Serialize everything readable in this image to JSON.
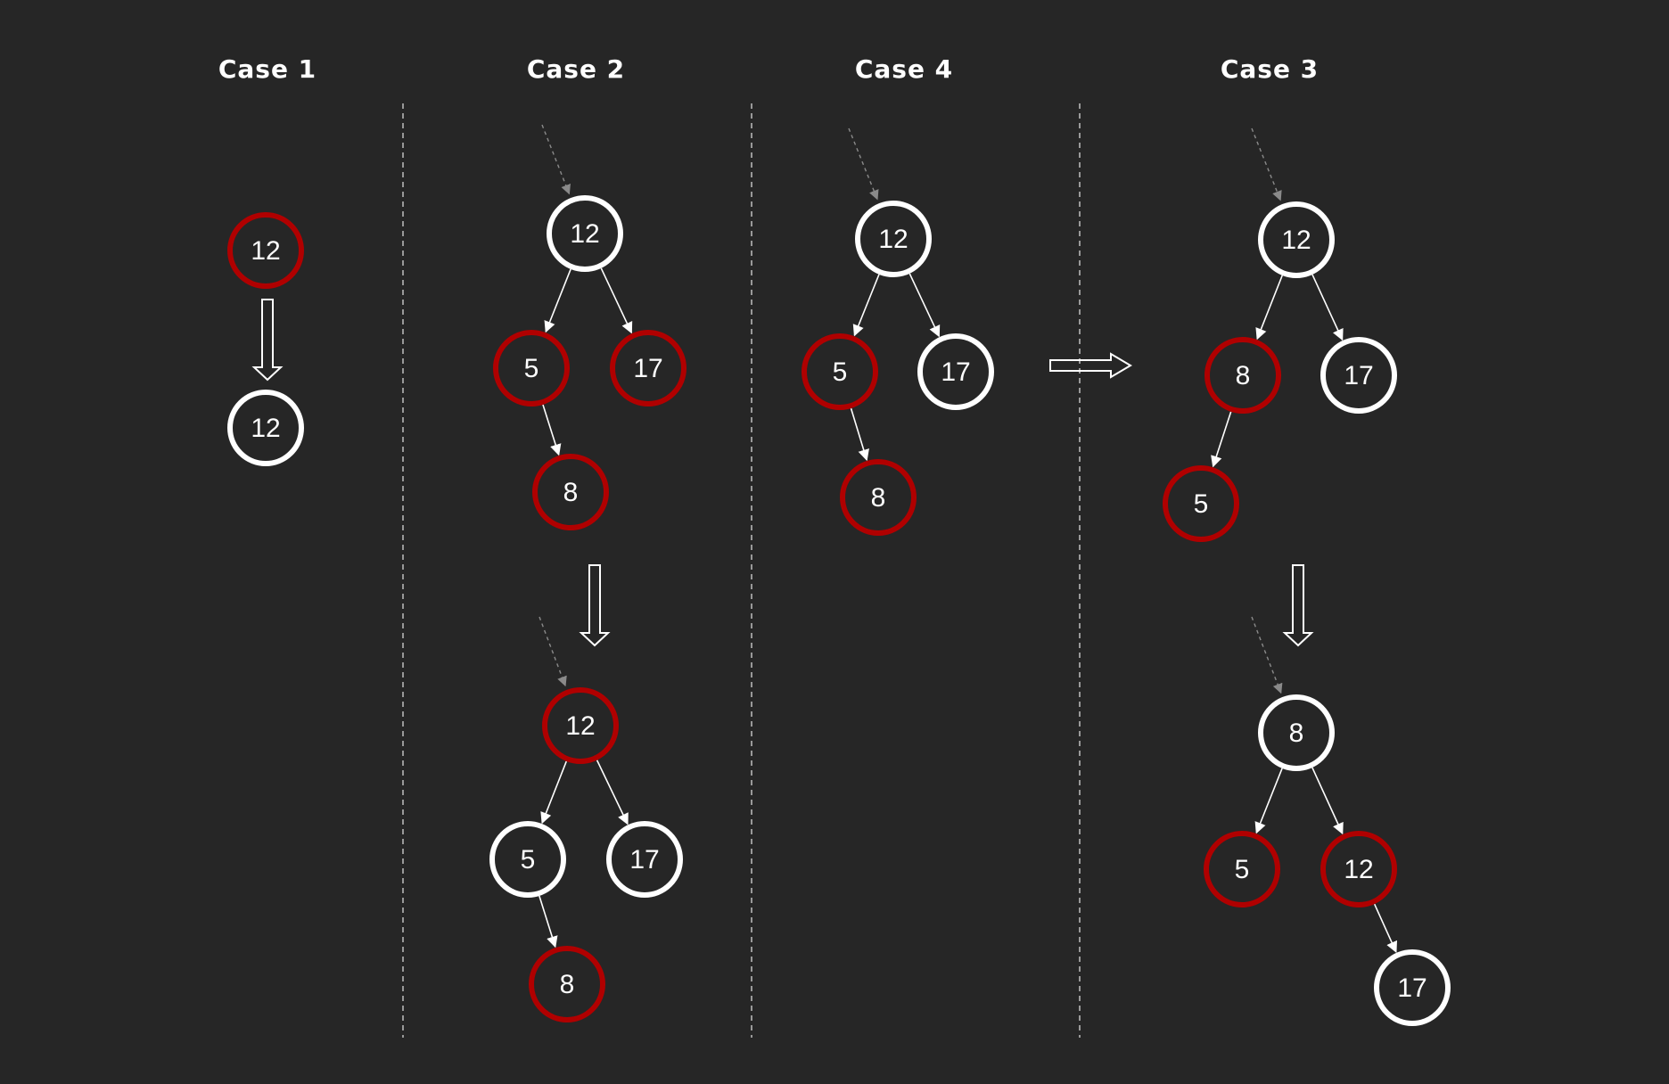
{
  "colors": {
    "background": "#262626",
    "red_node": "#b00000",
    "black_node": "#ffffff",
    "edge": "#ffffff",
    "dashed_edge": "#8a8a8a",
    "divider": "#bfbfbf",
    "text": "#ffffff"
  },
  "diagram": {
    "columns": [
      {
        "title": "Case 1"
      },
      {
        "title": "Case 2"
      },
      {
        "title": "Case 4"
      },
      {
        "title": "Case 3"
      }
    ],
    "nodes": [
      {
        "id": "c1a",
        "label": "12",
        "color": "red"
      },
      {
        "id": "c1b",
        "label": "12",
        "color": "black"
      },
      {
        "id": "c2t_12",
        "label": "12",
        "color": "black"
      },
      {
        "id": "c2t_5",
        "label": "5",
        "color": "red"
      },
      {
        "id": "c2t_17",
        "label": "17",
        "color": "red"
      },
      {
        "id": "c2t_8",
        "label": "8",
        "color": "red"
      },
      {
        "id": "c2b_12",
        "label": "12",
        "color": "red"
      },
      {
        "id": "c2b_5",
        "label": "5",
        "color": "black"
      },
      {
        "id": "c2b_17",
        "label": "17",
        "color": "black"
      },
      {
        "id": "c2b_8",
        "label": "8",
        "color": "red"
      },
      {
        "id": "c4_12",
        "label": "12",
        "color": "black"
      },
      {
        "id": "c4_5",
        "label": "5",
        "color": "red"
      },
      {
        "id": "c4_17",
        "label": "17",
        "color": "black"
      },
      {
        "id": "c4_8",
        "label": "8",
        "color": "red"
      },
      {
        "id": "c3t_12",
        "label": "12",
        "color": "black"
      },
      {
        "id": "c3t_8",
        "label": "8",
        "color": "red"
      },
      {
        "id": "c3t_17",
        "label": "17",
        "color": "black"
      },
      {
        "id": "c3t_5",
        "label": "5",
        "color": "red"
      },
      {
        "id": "c3b_8",
        "label": "8",
        "color": "black"
      },
      {
        "id": "c3b_5",
        "label": "5",
        "color": "red"
      },
      {
        "id": "c3b_12",
        "label": "12",
        "color": "red"
      },
      {
        "id": "c3b_17",
        "label": "17",
        "color": "black"
      }
    ],
    "edges": [
      {
        "from": "c2t_12",
        "to": "c2t_5"
      },
      {
        "from": "c2t_12",
        "to": "c2t_17"
      },
      {
        "from": "c2t_5",
        "to": "c2t_8"
      },
      {
        "from": "c2b_12",
        "to": "c2b_5"
      },
      {
        "from": "c2b_12",
        "to": "c2b_17"
      },
      {
        "from": "c2b_5",
        "to": "c2b_8"
      },
      {
        "from": "c4_12",
        "to": "c4_5"
      },
      {
        "from": "c4_12",
        "to": "c4_17"
      },
      {
        "from": "c4_5",
        "to": "c4_8"
      },
      {
        "from": "c3t_12",
        "to": "c3t_8"
      },
      {
        "from": "c3t_12",
        "to": "c3t_17"
      },
      {
        "from": "c3t_8",
        "to": "c3t_5"
      },
      {
        "from": "c3b_8",
        "to": "c3b_5"
      },
      {
        "from": "c3b_8",
        "to": "c3b_12"
      },
      {
        "from": "c3b_12",
        "to": "c3b_17"
      }
    ],
    "parent_pointers": [
      {
        "to": "c2t_12"
      },
      {
        "to": "c2b_12"
      },
      {
        "to": "c4_12"
      },
      {
        "to": "c3t_12"
      },
      {
        "to": "c3b_8"
      }
    ],
    "transitions": [
      {
        "name": "case1-transition",
        "direction": "down"
      },
      {
        "name": "case2-transition",
        "direction": "down"
      },
      {
        "name": "case4-to-case3-transition",
        "direction": "right"
      },
      {
        "name": "case3-transition",
        "direction": "down"
      }
    ]
  }
}
